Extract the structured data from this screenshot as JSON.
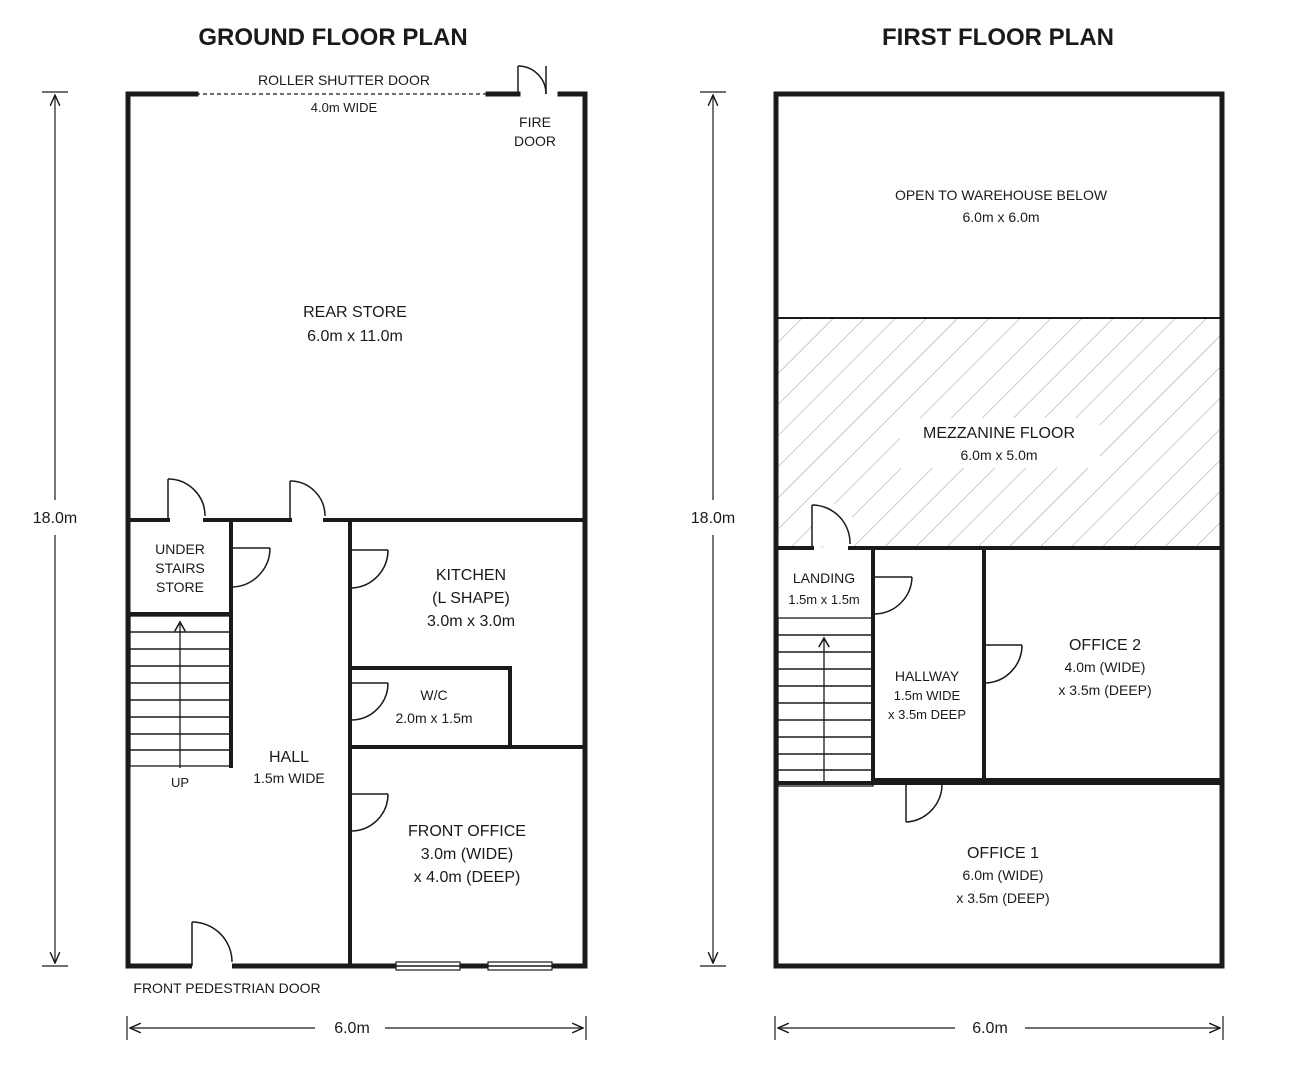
{
  "ground_floor": {
    "title": "GROUND FLOOR PLAN",
    "roller_door": {
      "label": "ROLLER SHUTTER DOOR",
      "width": "4.0m WIDE"
    },
    "fire_door": {
      "line1": "FIRE",
      "line2": "DOOR"
    },
    "rear_store": {
      "name": "REAR STORE",
      "size": "6.0m x 11.0m"
    },
    "under_stairs": {
      "line1": "UNDER",
      "line2": "STAIRS",
      "line3": "STORE"
    },
    "kitchen": {
      "name": "KITCHEN",
      "shape": "(L SHAPE)",
      "size": "3.0m x 3.0m"
    },
    "wc": {
      "name": "W/C",
      "size": "2.0m x 1.5m"
    },
    "hall": {
      "name": "HALL",
      "width": "1.5m WIDE"
    },
    "stairs_label": "UP",
    "front_office": {
      "name": "FRONT OFFICE",
      "width": "3.0m (WIDE)",
      "depth": "x 4.0m (DEEP)"
    },
    "front_door": "FRONT PEDESTRIAN DOOR",
    "height_dim": "18.0m",
    "width_dim": "6.0m"
  },
  "first_floor": {
    "title": "FIRST FLOOR PLAN",
    "open_area": {
      "name": "OPEN TO WAREHOUSE BELOW",
      "size": "6.0m x 6.0m"
    },
    "mezzanine": {
      "name": "MEZZANINE FLOOR",
      "size": "6.0m x 5.0m"
    },
    "landing": {
      "name": "LANDING",
      "size": "1.5m x 1.5m"
    },
    "hallway": {
      "name": "HALLWAY",
      "width": "1.5m WIDE",
      "depth": "x 3.5m DEEP"
    },
    "office2": {
      "name": "OFFICE 2",
      "width": "4.0m (WIDE)",
      "depth": "x 3.5m (DEEP)"
    },
    "office1": {
      "name": "OFFICE 1",
      "width": "6.0m (WIDE)",
      "depth": "x 3.5m (DEEP)"
    },
    "height_dim": "18.0m",
    "width_dim": "6.0m"
  }
}
